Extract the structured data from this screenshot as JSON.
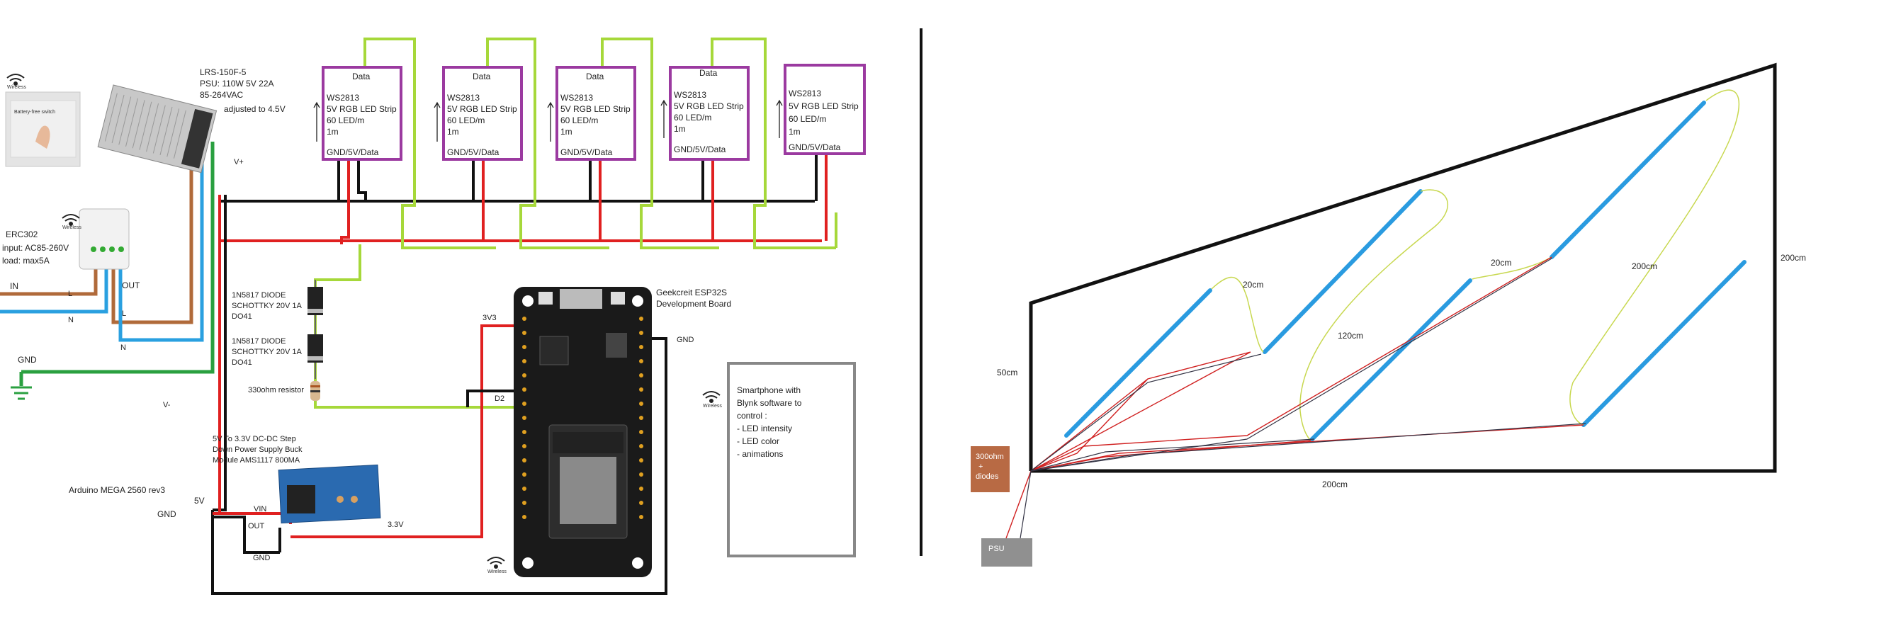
{
  "left": {
    "psu": {
      "l1": "LRS-150F-5",
      "l2": "PSU: 110W 5V 22A",
      "l3": "85-264VAC",
      "l4": "adjusted to 4.5V",
      "vplus": "V+",
      "vminus": "V-"
    },
    "switch": {
      "wireless": "Wireless",
      "label": "Battery-free switch"
    },
    "erc": {
      "wireless": "Wireless",
      "l1": "ERC302",
      "l2": "input: AC85-260V",
      "l3": "load: max5A",
      "out": "OUT",
      "in": "IN",
      "L1": "L",
      "L2": "L",
      "N1": "N",
      "N2": "N",
      "gnd": "GND"
    },
    "strips": [
      {
        "data": "Data",
        "l1": "WS2813",
        "l2": "5V RGB LED Strip",
        "l3": "60 LED/m",
        "l4": "1m",
        "l5": "GND/5V/Data"
      },
      {
        "data": "Data",
        "l1": "WS2813",
        "l2": "5V RGB LED Strip",
        "l3": "60 LED/m",
        "l4": "1m",
        "l5": "GND/5V/Data"
      },
      {
        "data": "Data",
        "l1": "WS2813",
        "l2": "5V RGB LED Strip",
        "l3": "60 LED/m",
        "l4": "1m",
        "l5": "GND/5V/Data"
      },
      {
        "data": "Data",
        "l1": "WS2813",
        "l2": "5V RGB LED Strip",
        "l3": "60 LED/m",
        "l4": "1m",
        "l5": "GND/5V/Data"
      },
      {
        "data": "",
        "l1": "WS2813",
        "l2": "5V RGB LED Strip",
        "l3": "60 LED/m",
        "l4": "1m",
        "l5": "GND/5V/Data"
      }
    ],
    "diode1": {
      "l1": "1N5817 DIODE",
      "l2": "SCHOTTKY 20V 1A",
      "l3": "DO41"
    },
    "diode2": {
      "l1": "1N5817 DIODE",
      "l2": "SCHOTTKY 20V 1A",
      "l3": "DO41"
    },
    "resistor": "330ohm resistor",
    "esp": {
      "l1": "Geekcreit ESP32S",
      "l2": "Development Board",
      "v3": "3V3",
      "d2": "D2",
      "gnd": "GND",
      "wireless": "Wireless"
    },
    "buck": {
      "l1": "5V To 3.3V DC-DC Step",
      "l2": "Down Power Supply Buck",
      "l3": "Module AMS1117 800MA",
      "vin": "VIN",
      "out": "OUT",
      "gnd": "GND",
      "v33": "3.3V"
    },
    "arduino": {
      "label": "Arduino MEGA 2560 rev3",
      "v5": "5V",
      "gnd": "GND"
    },
    "phone": {
      "wireless": "Wireless",
      "l1": "Smartphone with",
      "l2": "Blynk software to",
      "l3": "control :",
      "l4": "- LED intensity",
      "l5": "- LED color",
      "l6": "- animations"
    }
  },
  "right": {
    "h50": "50cm",
    "w200": "200cm",
    "h200": "200cm",
    "d120": "120cm",
    "g20a": "20cm",
    "g20b": "20cm",
    "d200": "200cm",
    "box": {
      "l1": "300ohm",
      "l2": "+",
      "l3": "diodes"
    },
    "psu": "PSU"
  },
  "colors": {
    "strip_border": "#9b3aa0",
    "wire_red": "#e02020",
    "wire_black": "#111111",
    "wire_green": "#a6d83a",
    "wire_blue": "#2aa0e0",
    "wire_brown": "#b06a3a",
    "wire_gnd": "#2aa040",
    "led_blue": "#2a9be0"
  }
}
